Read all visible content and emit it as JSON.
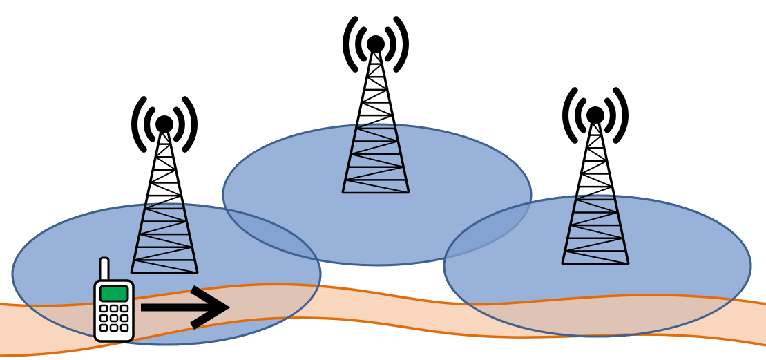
{
  "diagram": {
    "cells": [
      {
        "id": "cell-left"
      },
      {
        "id": "cell-center"
      },
      {
        "id": "cell-right"
      }
    ],
    "towers": [
      {
        "id": "tower-left"
      },
      {
        "id": "tower-center"
      },
      {
        "id": "tower-right"
      }
    ],
    "road": {
      "id": "road"
    },
    "mobile": {
      "id": "mobile-phone"
    },
    "motion": {
      "direction": "right"
    },
    "colors": {
      "cell_fill": "#7f9fcf",
      "cell_stroke": "#3f6190",
      "road_fill": "#f7c9a8",
      "road_edge": "#e36c0a",
      "tower": "#000000",
      "phone_screen": "#00a650"
    }
  }
}
